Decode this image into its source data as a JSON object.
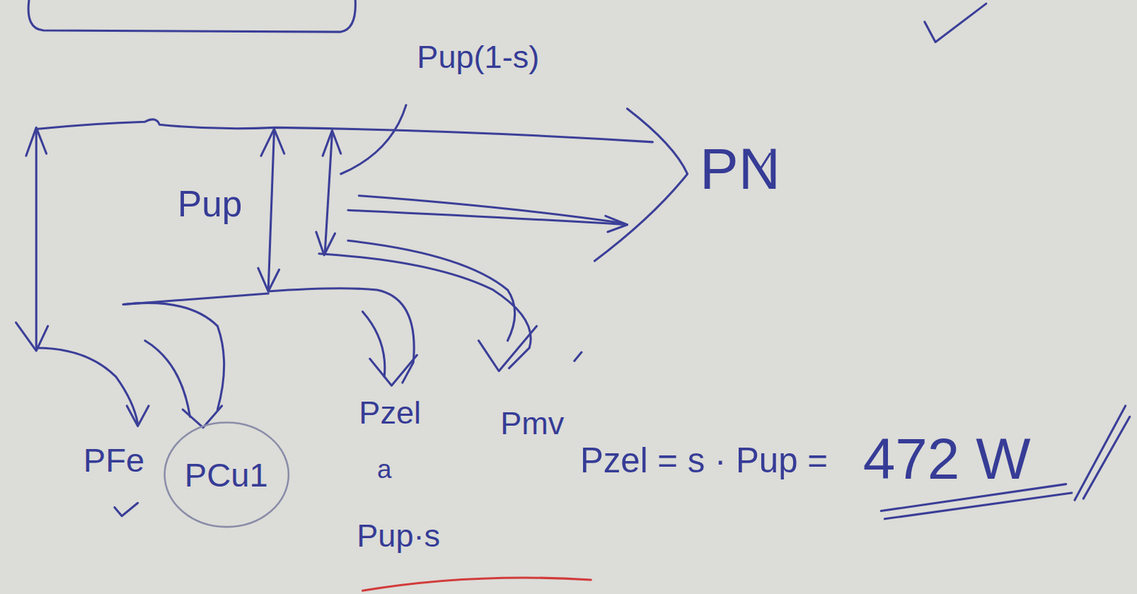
{
  "diagram": {
    "nodes": [
      {
        "text": [
          "PCu1"
        ]
      }
    ],
    "labels": [
      "Pup(1-s)",
      "Pup",
      "PN",
      "PFe",
      "Pzel",
      "a",
      "Pup·s",
      "Pmv",
      "Pzel = s · Pup =",
      "472 W"
    ]
  }
}
